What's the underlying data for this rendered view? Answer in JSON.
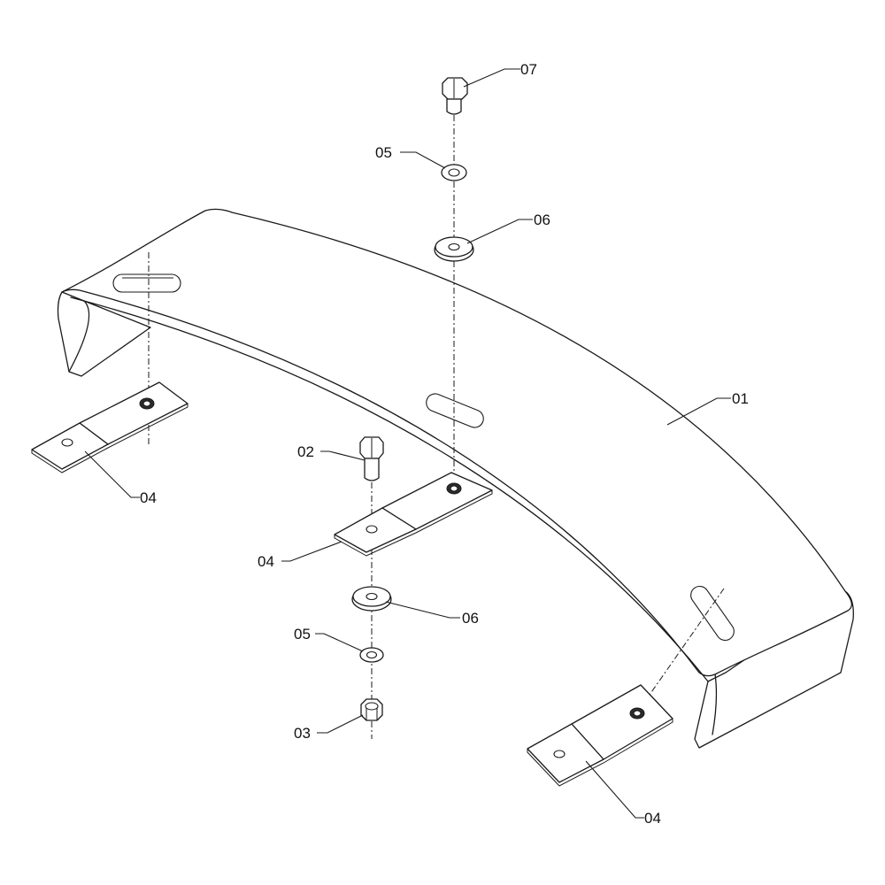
{
  "callouts": {
    "part_01": "01",
    "part_02": "02",
    "part_03": "03",
    "part_04_left": "04",
    "part_04_center": "04",
    "part_04_right": "04",
    "part_05_top": "05",
    "part_05_bottom": "05",
    "part_06_top": "06",
    "part_06_bottom": "06",
    "part_07": "07"
  },
  "colors": {
    "line": "#1a1a1a",
    "background": "#ffffff"
  }
}
